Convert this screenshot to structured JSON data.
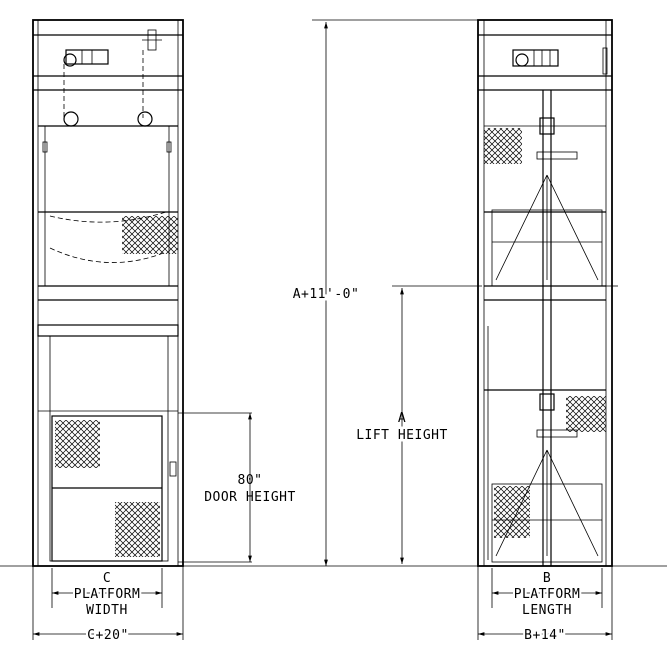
{
  "labels": {
    "lift_total": "A+11'-0\"",
    "lift_a": "A",
    "lift_height": "LIFT HEIGHT",
    "door_80": "80\"",
    "door_height": "DOOR HEIGHT",
    "c": "C",
    "platform1": "PLATFORM",
    "width": "WIDTH",
    "c_total": "C+20\"",
    "b": "B",
    "platform2": "PLATFORM",
    "length": "LENGTH",
    "b_total": "B+14\""
  },
  "colors": {
    "line": "#000000",
    "hatch": "#000000",
    "background": "#ffffff"
  },
  "icons": [
    "motor-icon",
    "sheave-icon",
    "cantilever-mast-icon"
  ]
}
